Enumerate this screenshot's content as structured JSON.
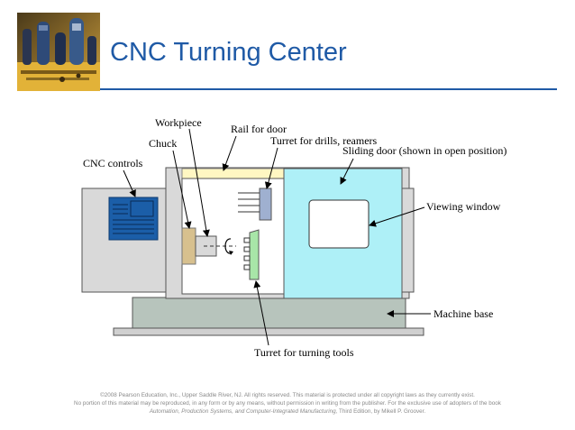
{
  "slide": {
    "title": "CNC Turning Center"
  },
  "diagram": {
    "labels": {
      "workpiece": "Workpiece",
      "rail_for_door": "Rail for door",
      "chuck": "Chuck",
      "turret_drills": "Turret for drills, reamers",
      "sliding_door": "Sliding door (shown in open position)",
      "cnc_controls": "CNC controls",
      "viewing_window": "Viewing window",
      "machine_base": "Machine base",
      "turret_turning_tools": "Turret for turning tools"
    },
    "colors": {
      "title_blue": "#1f5aa6",
      "sliding_door": "#aef0f7",
      "control_screen": "#1b5ea8",
      "machine_gray": "#d9d9d9",
      "base_gray": "#b7c4bc",
      "chuck": "#d7c08e",
      "turret_turning": "#a8e6a8",
      "turret_drills": "#9fb0d0",
      "rail": "#fff7c2"
    }
  },
  "footer": {
    "line1": "©2008 Pearson Education, Inc., Upper Saddle River, NJ.  All rights reserved.  This material is protected under all copyright laws as they currently exist.",
    "line2": "No portion of this material may be reproduced, in any form or by any means, without permission in writing from the publisher.  For the exclusive use of adopters of the book",
    "line3_italic": "Automation, Production Systems, and Computer-Integrated Manufacturing,",
    "line3_rest": " Third Edition, by Mikell P. Groover."
  }
}
